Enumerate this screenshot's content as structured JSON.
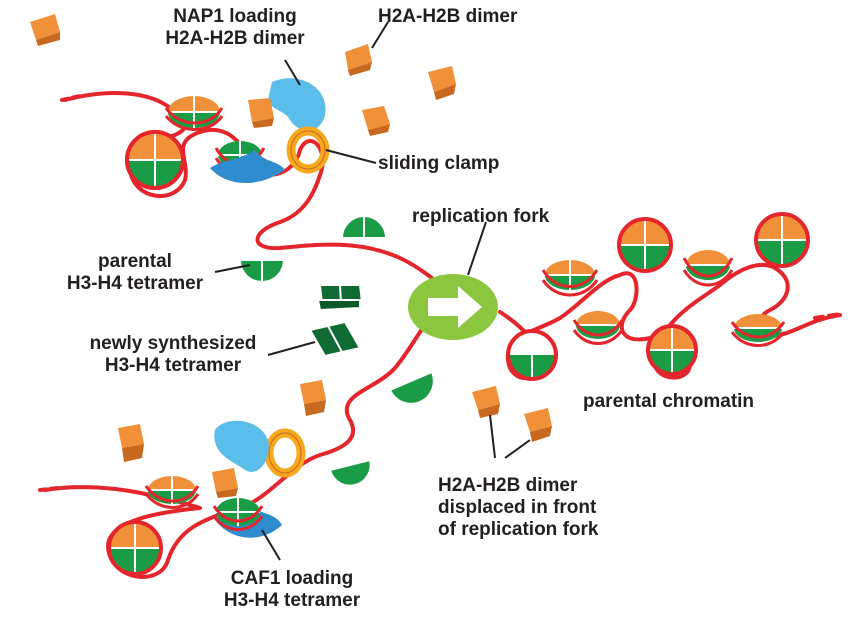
{
  "colors": {
    "dna": "#e4252c",
    "h2a_h2b": "#f0913a",
    "h2a_h2b_dark": "#c8691f",
    "parental_h3h4": "#1a9b46",
    "new_h3h4": "#0f6b33",
    "chaperone": "#5bbde9",
    "chaperone_dark": "#2e8ccf",
    "clamp": "#f6a81f",
    "fork": "#8cc63f",
    "arrow": "#ffffff",
    "text": "#231f20"
  },
  "icons": {
    "fork": "arrow-right-icon"
  },
  "labels": {
    "nap1": [
      "NAP1 loading",
      "H2A-H2B dimer"
    ],
    "h2a_h2b_dimer": "H2A-H2B dimer",
    "sliding_clamp": "sliding clamp",
    "replication_fork": "replication fork",
    "parental_tetramer": [
      "parental",
      "H3-H4 tetramer"
    ],
    "new_tetramer": [
      "newly synthesized",
      "H3-H4 tetramer"
    ],
    "parental_chromatin": "parental chromatin",
    "displaced": [
      "H2A-H2B dimer",
      "displaced in front",
      "of replication fork"
    ],
    "caf1": [
      "CAF1 loading",
      "H3-H4 tetramer"
    ]
  }
}
